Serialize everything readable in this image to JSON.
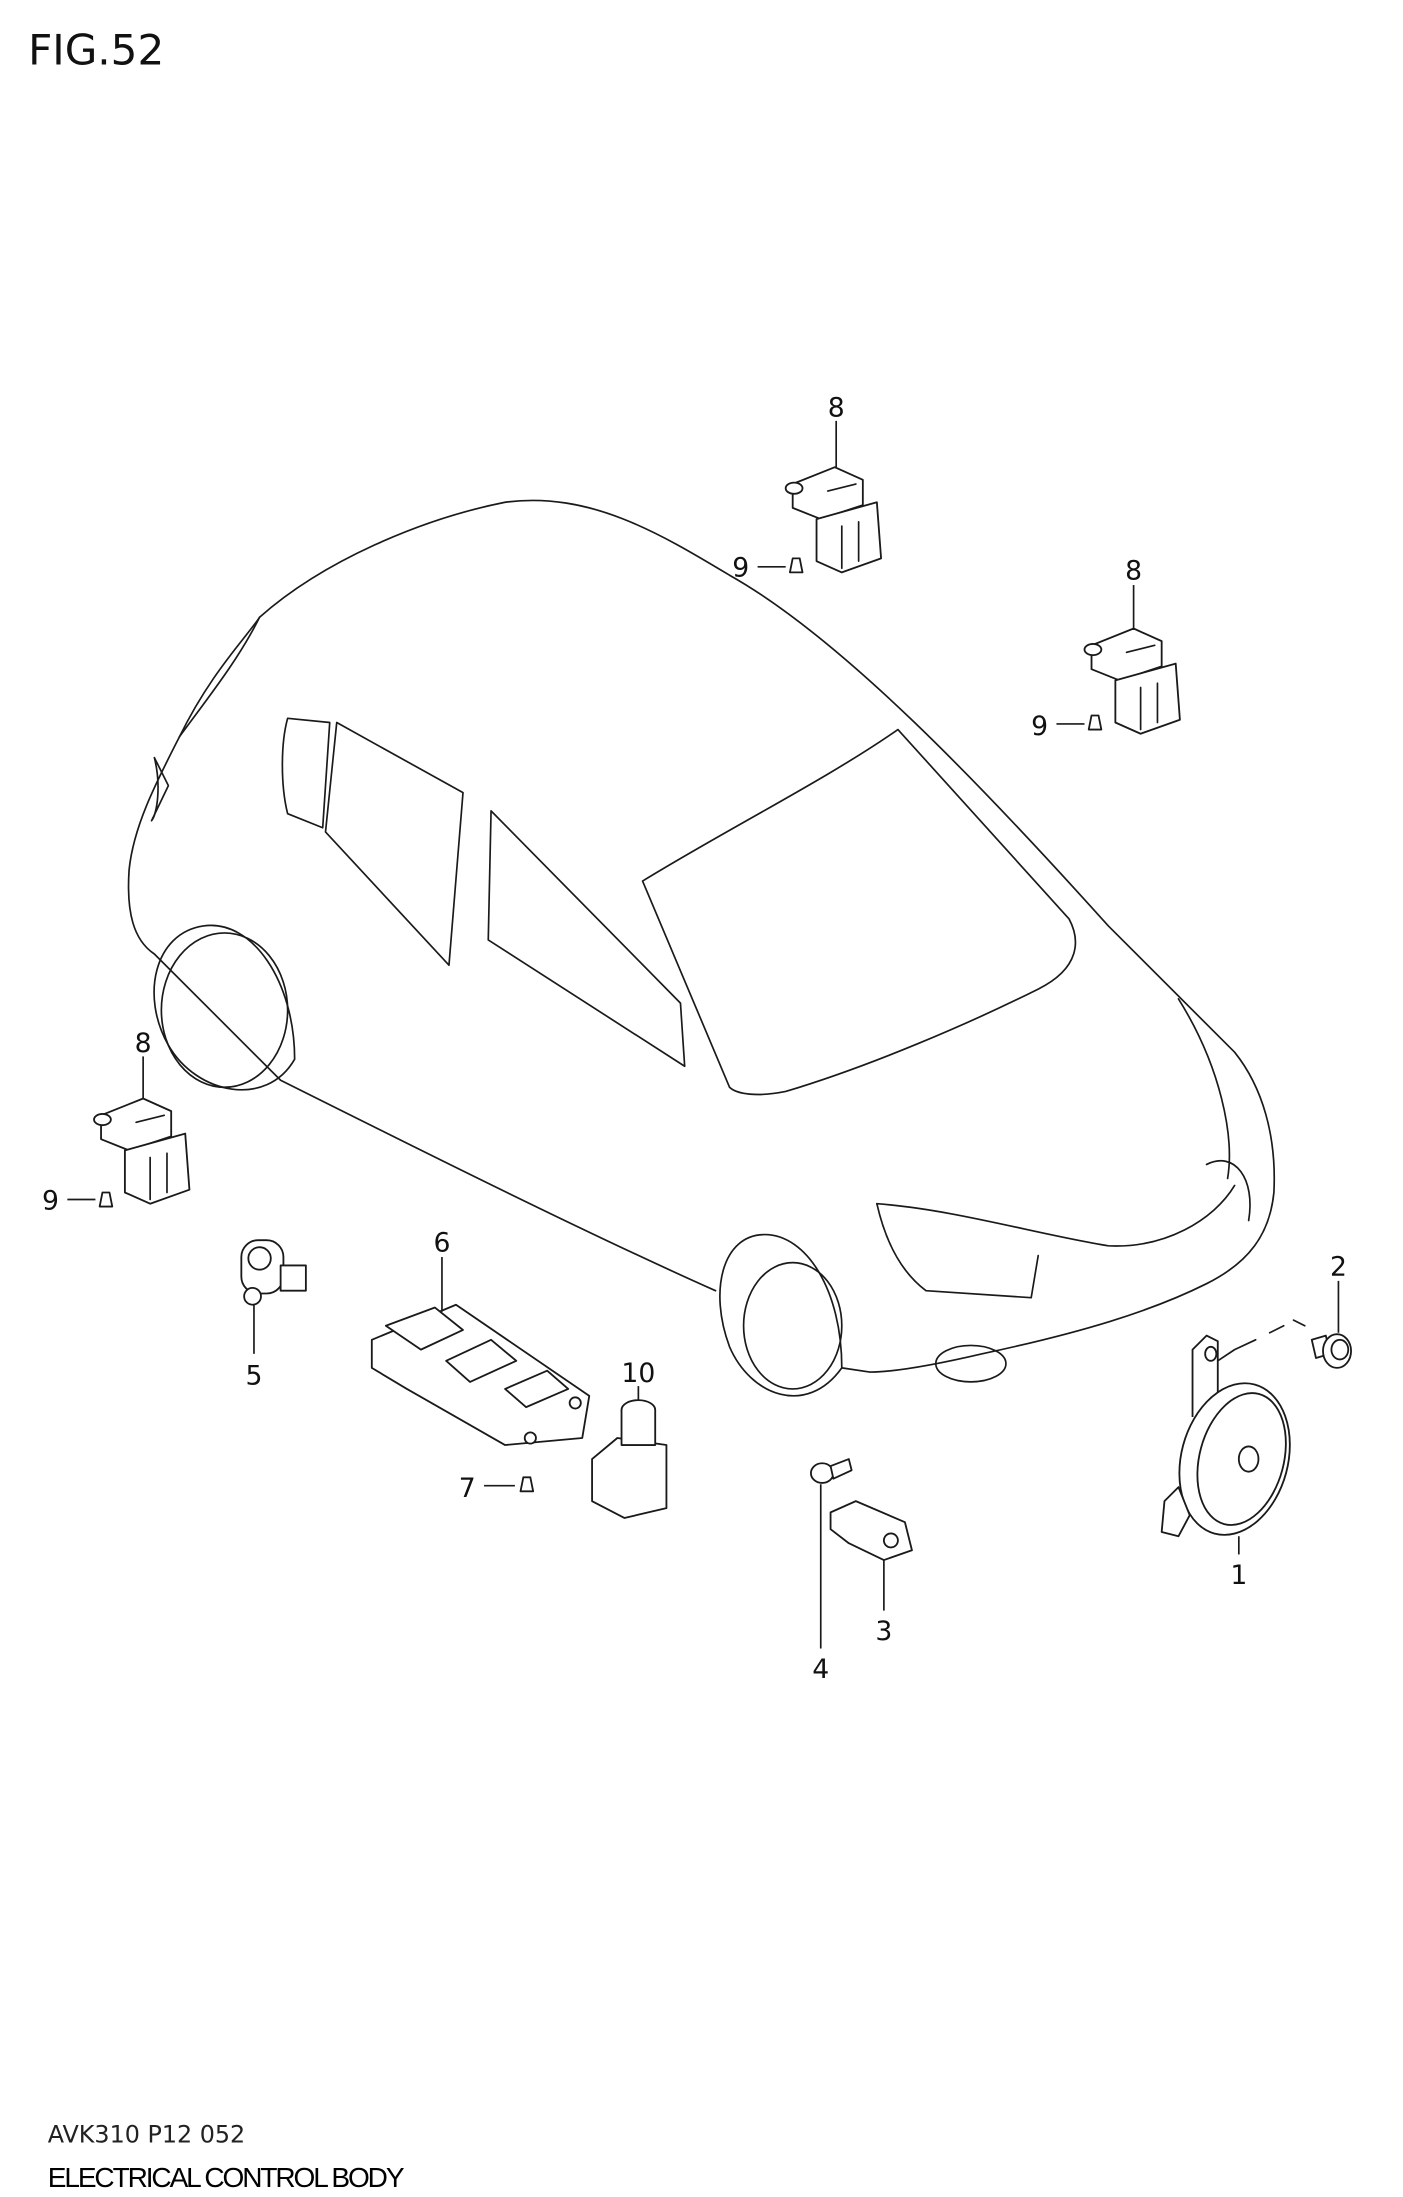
{
  "figure": {
    "title": "FIG.52"
  },
  "callouts": {
    "part1": "1",
    "part2": "2",
    "part3": "3",
    "part4": "4",
    "part5": "5",
    "part6": "6",
    "part7": "7",
    "part8_a": "8",
    "part8_b": "8",
    "part8_c": "8",
    "part9_a": "9",
    "part9_b": "9",
    "part9_c": "9",
    "part10": "10"
  },
  "footer": {
    "code": "AVK310 P12 052",
    "caption": "ELECTRICAL CONTROL BODY"
  }
}
